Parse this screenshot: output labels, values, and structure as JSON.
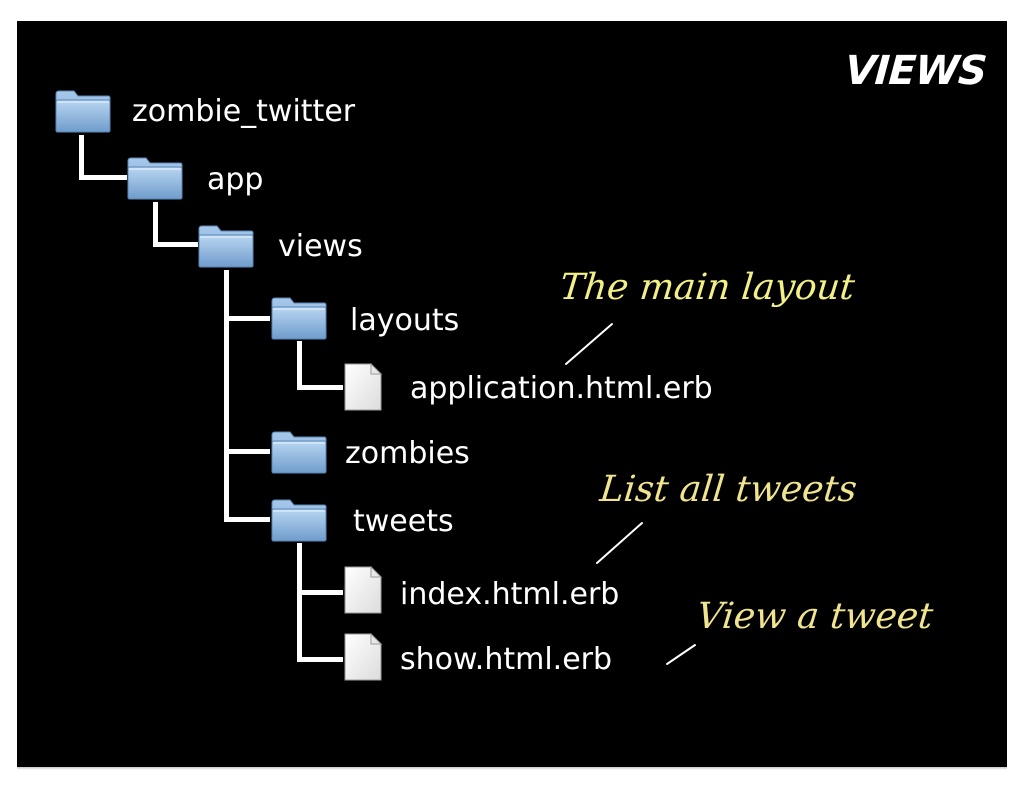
{
  "section_title": "VIEWS",
  "tree": [
    {
      "label": "zombie_twitter",
      "type": "folder"
    },
    {
      "label": "app",
      "type": "folder"
    },
    {
      "label": "views",
      "type": "folder"
    },
    {
      "label": "layouts",
      "type": "folder"
    },
    {
      "label": "application.html.erb",
      "type": "file"
    },
    {
      "label": "zombies",
      "type": "folder"
    },
    {
      "label": "tweets",
      "type": "folder"
    },
    {
      "label": "index.html.erb",
      "type": "file"
    },
    {
      "label": "show.html.erb",
      "type": "file"
    }
  ],
  "notes": {
    "main_layout": "The main layout",
    "list_tweets": "List all tweets",
    "view_tweet": "View a tweet"
  },
  "colors": {
    "background": "#000000",
    "text": "#ffffff",
    "note": "#f2f086",
    "folder": "#8fb8e0"
  }
}
